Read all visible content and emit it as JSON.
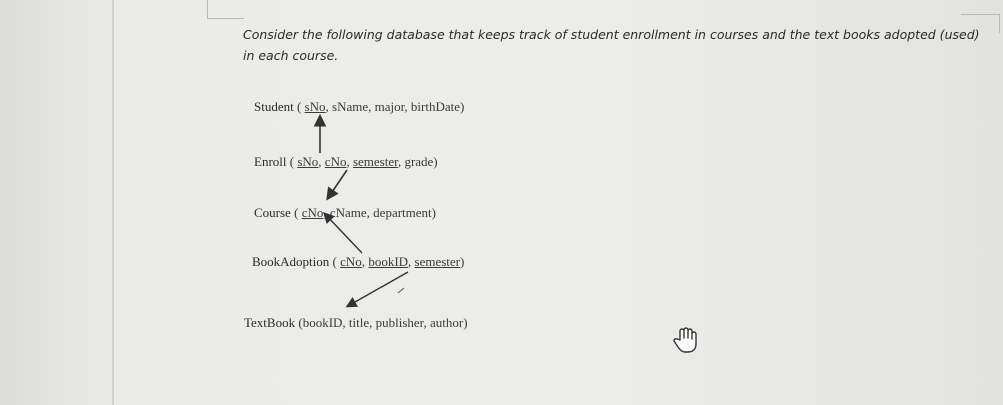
{
  "question": {
    "text": "Consider the following database that keeps track of student enrollment in courses and the text books adopted (used) in each course."
  },
  "schema": {
    "student": {
      "name": "Student",
      "open": " ( ",
      "attr1": "sNo",
      "rest": ", sName, major, birthDate)"
    },
    "enroll": {
      "name": "Enroll",
      "open": " ( ",
      "attr1": "sNo",
      "sep1": ", ",
      "attr2": "cNo",
      "sep2": ", ",
      "attr3": "semester",
      "rest": ", grade)"
    },
    "course": {
      "name": "Course",
      "open": " ( ",
      "attr1": "cNo",
      "rest": ", cName, department)"
    },
    "bookadoption": {
      "name": "BookAdoption",
      "open": " ( ",
      "attr1": "cNo",
      "sep1": ", ",
      "attr2": "bookID",
      "sep2": ", ",
      "attr3": "semester",
      "rest": ")"
    },
    "textbook": {
      "name": "TextBook",
      "open": " (",
      "attr1": "bookID",
      "rest": ", title, publisher, author)"
    }
  },
  "icons": {
    "cursor": "hand-pointer-icon"
  }
}
